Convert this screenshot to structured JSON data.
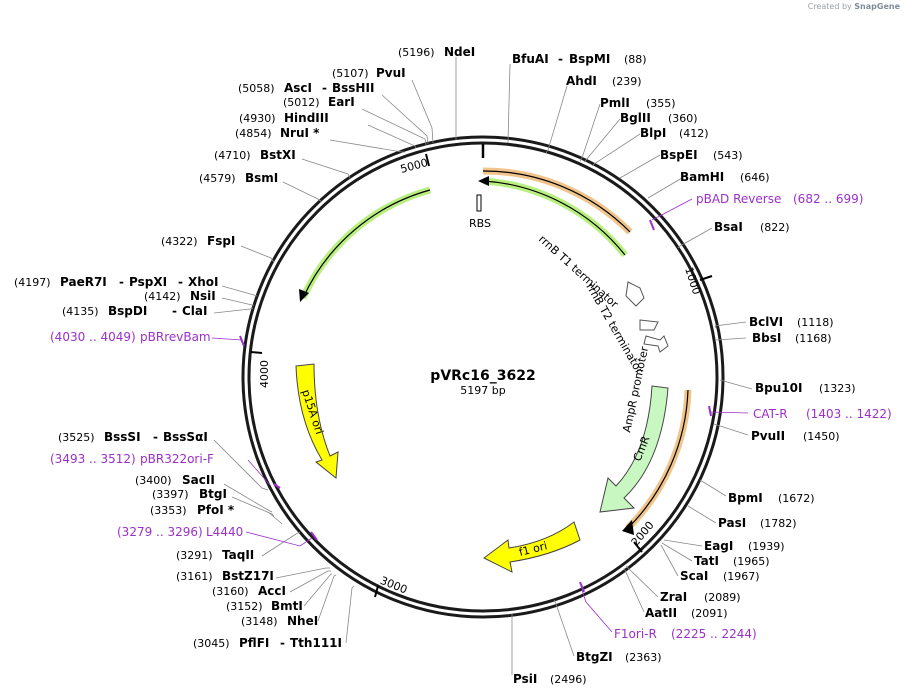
{
  "credit": {
    "prefix": "Created by",
    "brand": "SnapGene"
  },
  "plasmid": {
    "name": "pVRc16_3622",
    "length_label": "5197 bp"
  },
  "ruler": [
    {
      "label": "1000",
      "bp": 1000
    },
    {
      "label": "2000",
      "bp": 2000
    },
    {
      "label": "3000",
      "bp": 3000
    },
    {
      "label": "4000",
      "bp": 4000
    },
    {
      "label": "5000",
      "bp": 5000
    }
  ],
  "features": [
    {
      "id": "rrnb-t1",
      "name": "rrnB T1 terminator"
    },
    {
      "id": "rrnb-t2",
      "name": "rrnB T2 terminator"
    },
    {
      "id": "ampr-promoter",
      "name": "AmpR promoter"
    },
    {
      "id": "rbs",
      "name": "RBS"
    },
    {
      "id": "cmr",
      "name": "CmR"
    },
    {
      "id": "f1-ori",
      "name": "f1 ori"
    },
    {
      "id": "p15a-ori",
      "name": "p15A ori"
    }
  ],
  "sites": [
    {
      "name": "NdeI",
      "pos": "(5196)"
    },
    {
      "name": "PvuI",
      "pos": "(5107)"
    },
    {
      "name": "AscI",
      "name2": "BssHII",
      "pos": "(5058)"
    },
    {
      "name": "EarI",
      "pos": "(5012)"
    },
    {
      "name": "HindIII",
      "pos": "(4930)"
    },
    {
      "name": "NruI *",
      "pos": "(4854)"
    },
    {
      "name": "BstXI",
      "pos": "(4710)"
    },
    {
      "name": "BsmI",
      "pos": "(4579)"
    },
    {
      "name": "FspI",
      "pos": "(4322)"
    },
    {
      "name": "PaeR7I",
      "name2": "PspXI",
      "name3": "XhoI",
      "pos": "(4197)"
    },
    {
      "name": "NsiI",
      "pos": "(4142)"
    },
    {
      "name": "BspDI",
      "name2": "ClaI",
      "pos": "(4135)"
    },
    {
      "name": "BssSI",
      "name2": "BssSαI",
      "pos": "(3525)"
    },
    {
      "name": "SacII",
      "pos": "(3400)"
    },
    {
      "name": "BtgI",
      "pos": "(3397)"
    },
    {
      "name": "PfoI *",
      "pos": "(3353)"
    },
    {
      "name": "TaqII",
      "pos": "(3291)"
    },
    {
      "name": "BstZ17I",
      "pos": "(3161)"
    },
    {
      "name": "AccI",
      "pos": "(3160)"
    },
    {
      "name": "BmtI",
      "pos": "(3152)"
    },
    {
      "name": "NheI",
      "pos": "(3148)"
    },
    {
      "name": "PflFI",
      "name2": "Tth111I",
      "pos": "(3045)"
    },
    {
      "name": "BfuAI",
      "name2": "BspMI",
      "pos": "(88)"
    },
    {
      "name": "AhdI",
      "pos": "(239)"
    },
    {
      "name": "PmlI",
      "pos": "(355)"
    },
    {
      "name": "BglII",
      "pos": "(360)"
    },
    {
      "name": "BlpI",
      "pos": "(412)"
    },
    {
      "name": "BspEI",
      "pos": "(543)"
    },
    {
      "name": "BamHI",
      "pos": "(646)"
    },
    {
      "name": "BsaI",
      "pos": "(822)"
    },
    {
      "name": "BclVI",
      "pos": "(1118)"
    },
    {
      "name": "BbsI",
      "pos": "(1168)"
    },
    {
      "name": "Bpu10I",
      "pos": "(1323)"
    },
    {
      "name": "PvuII",
      "pos": "(1450)"
    },
    {
      "name": "BpmI",
      "pos": "(1672)"
    },
    {
      "name": "PasI",
      "pos": "(1782)"
    },
    {
      "name": "EagI",
      "pos": "(1939)"
    },
    {
      "name": "TatI",
      "pos": "(1965)"
    },
    {
      "name": "ScaI",
      "pos": "(1967)"
    },
    {
      "name": "ZraI",
      "pos": "(2089)"
    },
    {
      "name": "AatII",
      "pos": "(2091)"
    },
    {
      "name": "BtgZI",
      "pos": "(2363)"
    },
    {
      "name": "PsiI",
      "pos": "(2496)"
    }
  ],
  "primers": [
    {
      "name": "pBAD Reverse",
      "range": "(682 .. 699)"
    },
    {
      "name": "CAT-R",
      "range": "(1403 .. 1422)"
    },
    {
      "name": "F1ori-R",
      "range": "(2225 .. 2244)"
    },
    {
      "name": "L4440",
      "range": "(3279 .. 3296)"
    },
    {
      "name": "pBR322ori-F",
      "range": "(3493 .. 3512)"
    },
    {
      "name": "pBRrevBam",
      "range": "(4030 .. 4049)"
    }
  ],
  "colors": {
    "backbone": "#1a1a1a",
    "primer": "#9b30c9",
    "terminator": "#f3c08a",
    "promoter_arrow": "#ffffff",
    "cmr": "#c9f7c1",
    "ori": "#ffff00",
    "orf_glow_green": "#b8ef7e",
    "orf_glow_orange": "#f0c48a",
    "leader": "#888888"
  }
}
